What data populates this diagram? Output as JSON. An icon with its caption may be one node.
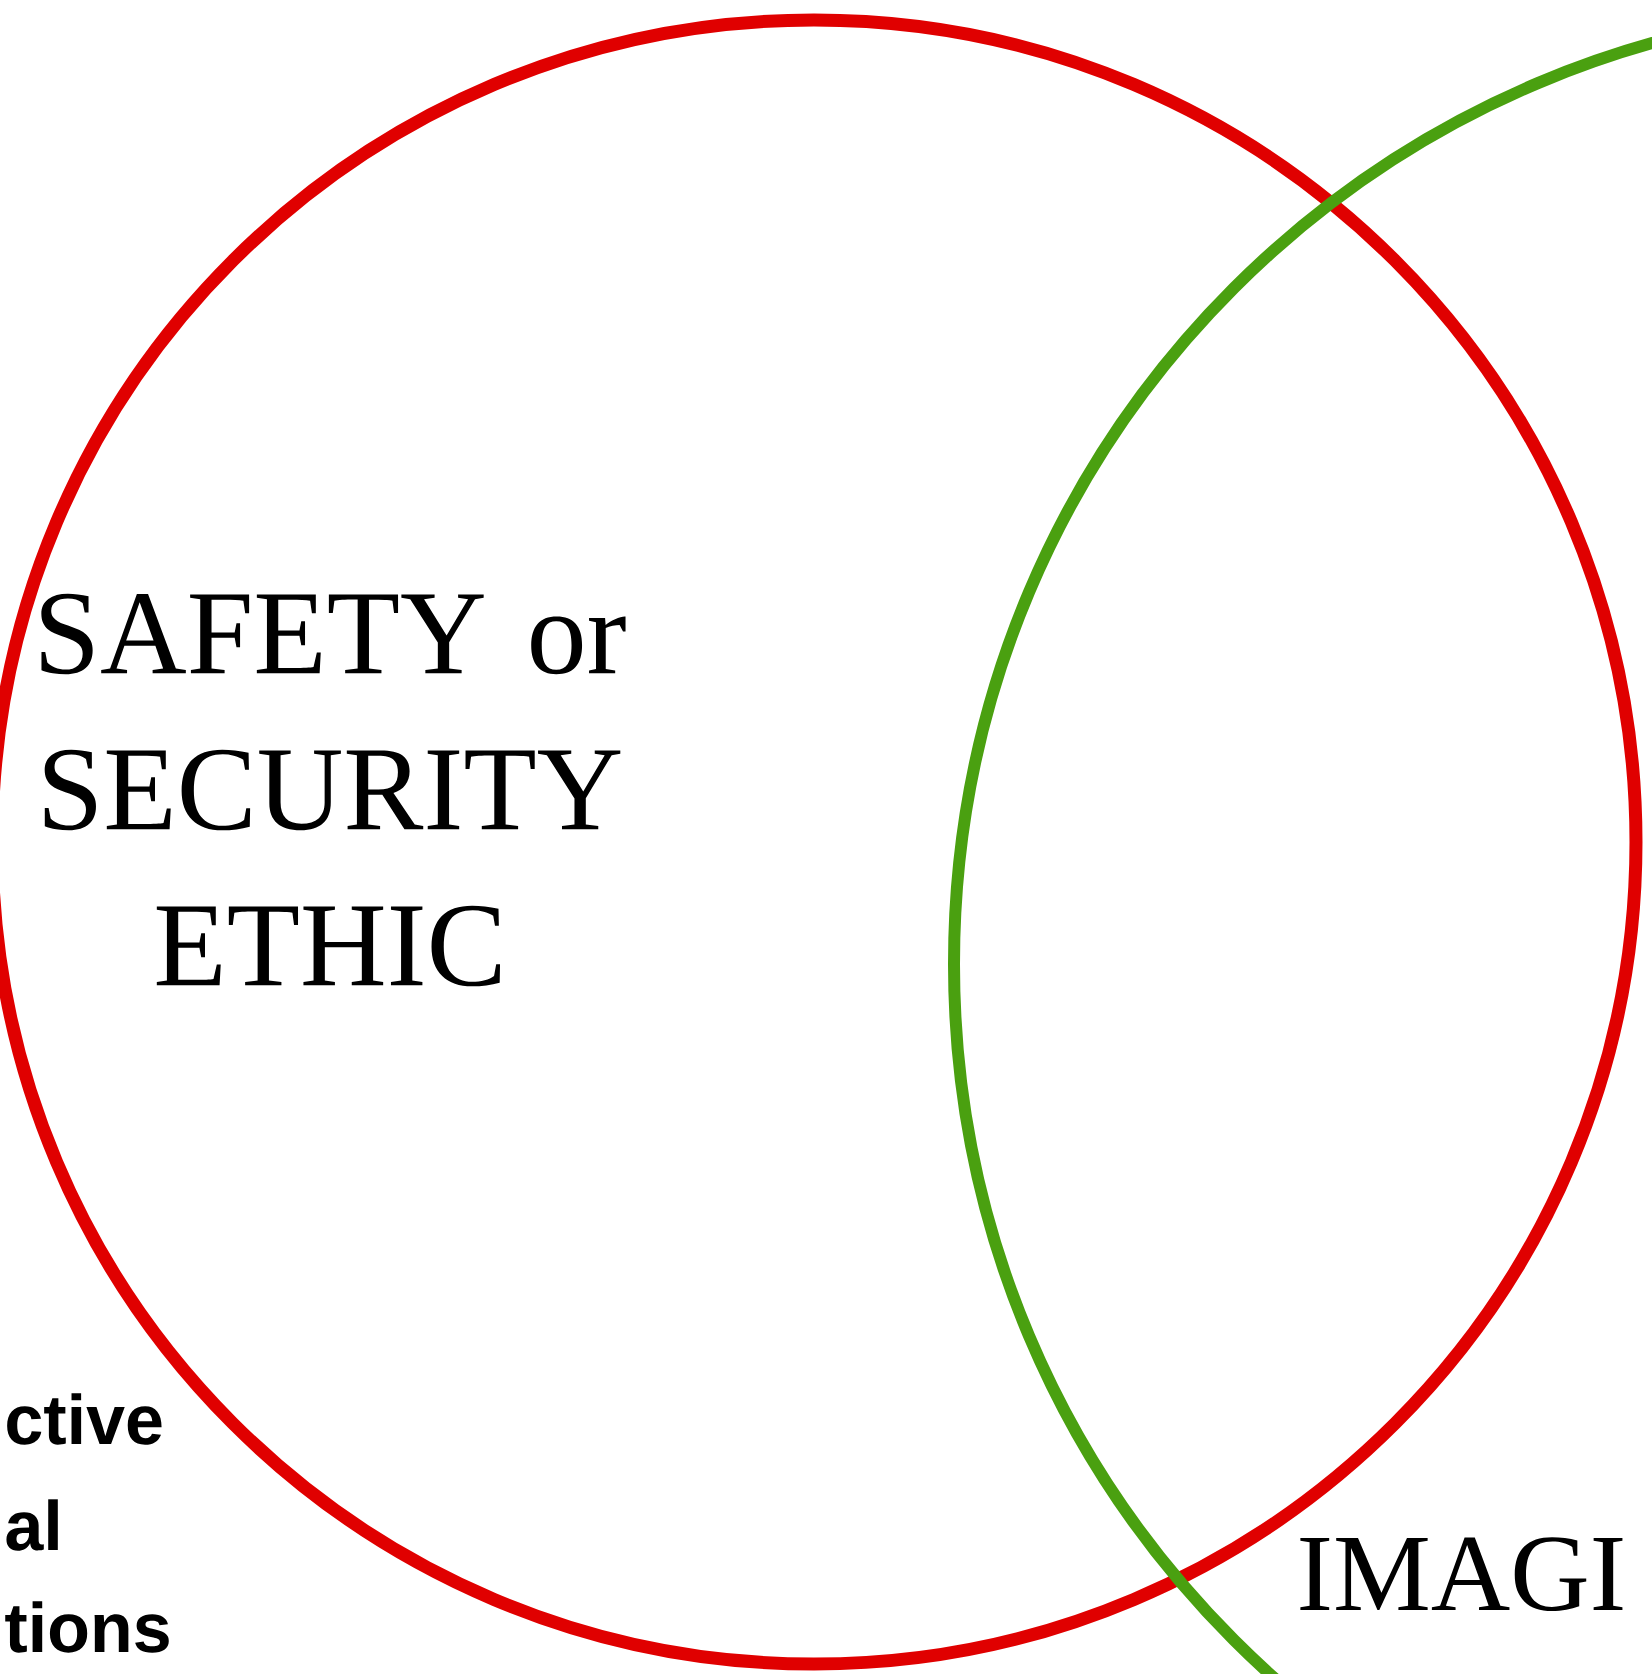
{
  "diagram": {
    "nodes": [
      {
        "text": [
          "SAFETY or SECURITY ETHIC"
        ]
      },
      {
        "text": [
          "IMAGI"
        ]
      }
    ],
    "labels": [
      "ctive",
      "al",
      "tions"
    ]
  }
}
